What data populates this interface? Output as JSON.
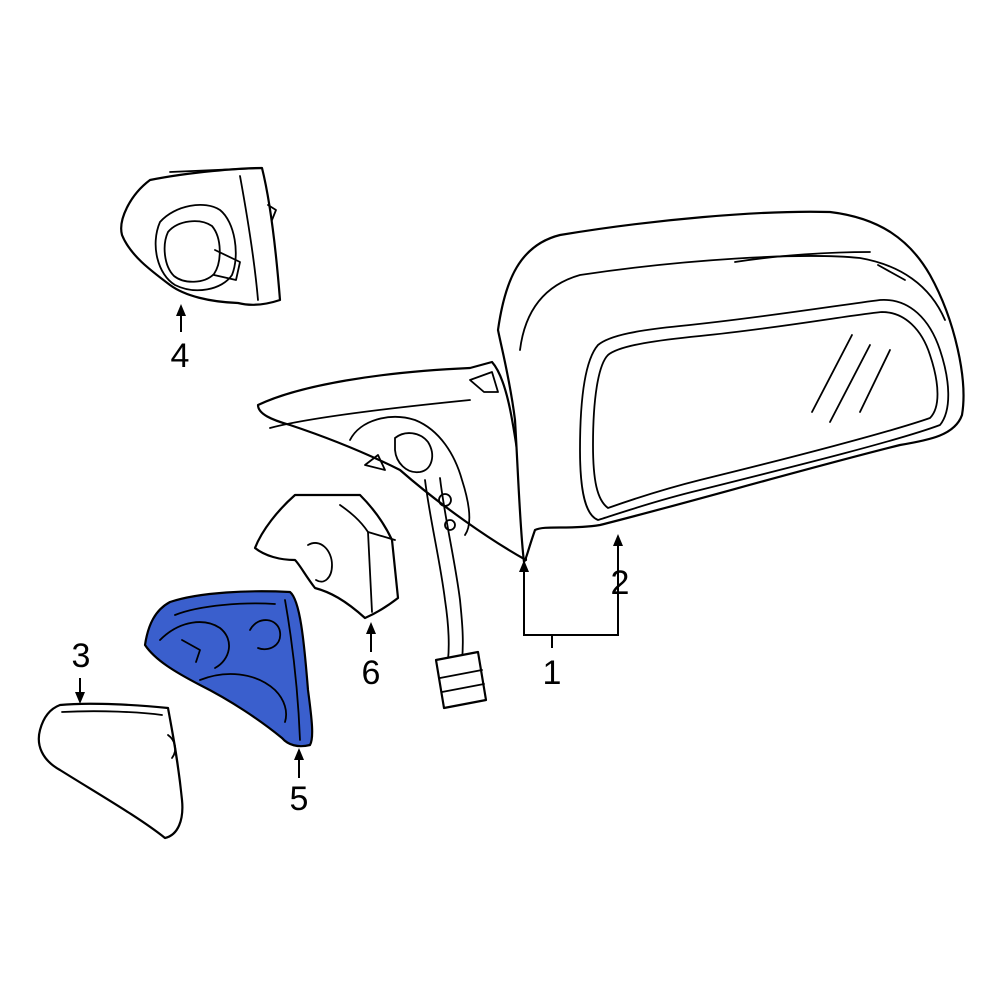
{
  "diagram": {
    "highlight_color": "#3a5fcd",
    "callouts": [
      {
        "id": "1",
        "label": "1"
      },
      {
        "id": "2",
        "label": "2"
      },
      {
        "id": "3",
        "label": "3"
      },
      {
        "id": "4",
        "label": "4"
      },
      {
        "id": "5",
        "label": "5"
      },
      {
        "id": "6",
        "label": "6"
      }
    ]
  }
}
